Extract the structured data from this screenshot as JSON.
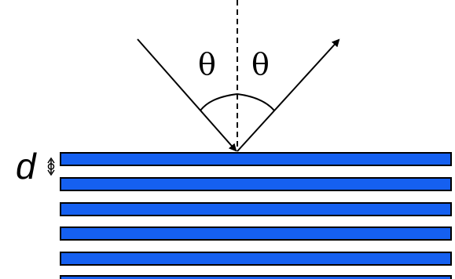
{
  "labels": {
    "theta_left": "θ",
    "theta_right": "θ",
    "spacing": "d"
  },
  "colors": {
    "layer_fill": "#1560f0",
    "stroke": "#000000"
  },
  "layers": {
    "count": 6
  }
}
